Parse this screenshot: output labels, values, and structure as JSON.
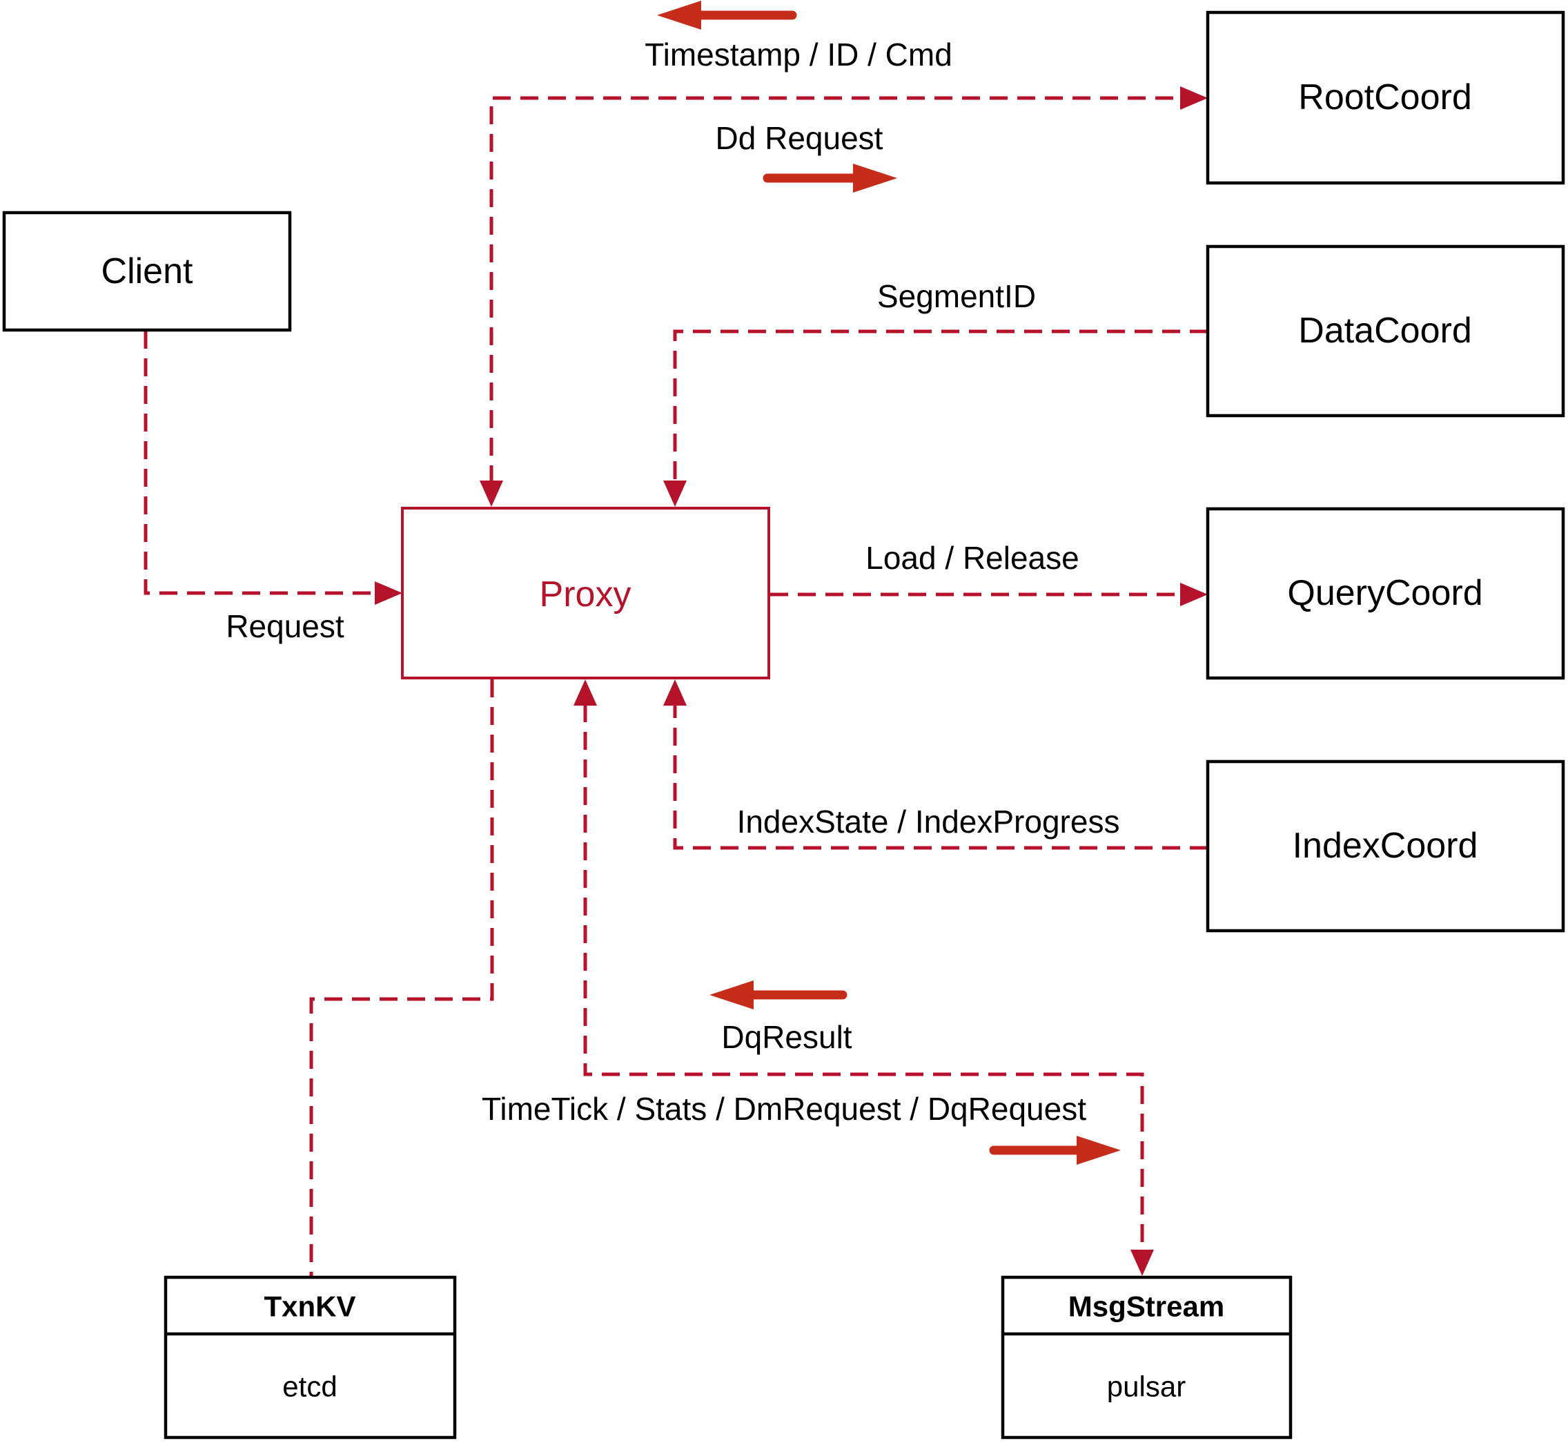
{
  "diagram": {
    "colors": {
      "line_red": "#b5122b",
      "arrow_red": "#c62c1a",
      "box_border": "#000000",
      "background": "#ffffff"
    },
    "nodes": {
      "client": {
        "label": "Client"
      },
      "proxy": {
        "label": "Proxy"
      },
      "root_coord": {
        "label": "RootCoord"
      },
      "data_coord": {
        "label": "DataCoord"
      },
      "query_coord": {
        "label": "QueryCoord"
      },
      "index_coord": {
        "label": "IndexCoord"
      },
      "txn_kv": {
        "title": "TxnKV",
        "impl": "etcd"
      },
      "msg_stream": {
        "title": "MsgStream",
        "impl": "pulsar"
      }
    },
    "edge_labels": {
      "timestamp": "Timestamp / ID / Cmd",
      "dd_request": "Dd Request",
      "segment_id": "SegmentID",
      "load_release": "Load / Release",
      "index_state": "IndexState / IndexProgress",
      "request": "Request",
      "dq_result": "DqResult",
      "time_tick": "TimeTick / Stats / DmRequest / DqRequest"
    }
  }
}
